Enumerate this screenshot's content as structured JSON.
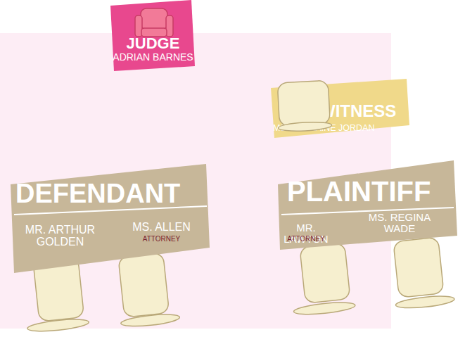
{
  "diagram": {
    "nodes": [
      {
        "text": [
          "JUDGE",
          "ADRIAN BARNES"
        ]
      },
      {
        "text": [
          "WITNESS",
          "MS. LORRAINE JORDAN"
        ]
      },
      {
        "text": [
          "DEFENDANT",
          "MR. ARTHUR GOLDEN",
          "MS. ALLEN",
          "ATTORNEY"
        ]
      },
      {
        "text": [
          "PLAINTIFF",
          "MR. LAWTON",
          "ATTORNEY",
          "MS. REGINA WADE"
        ]
      }
    ],
    "edges": []
  }
}
